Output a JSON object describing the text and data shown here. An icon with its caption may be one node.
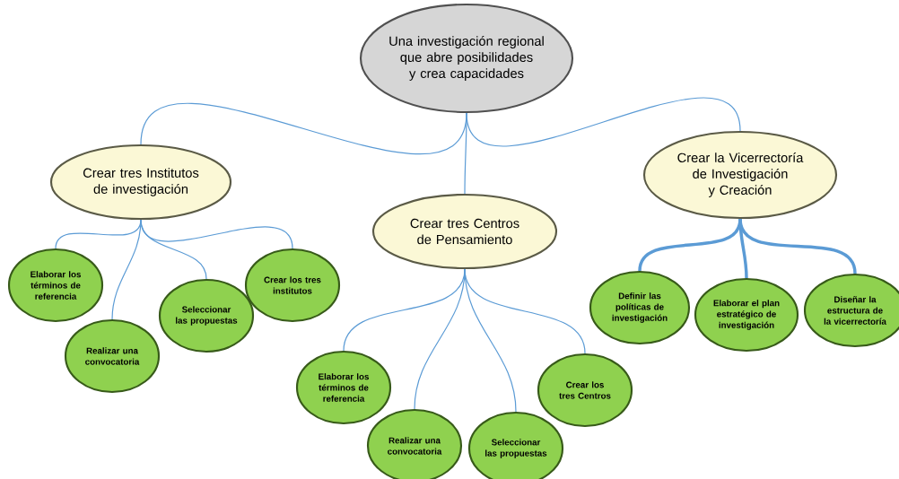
{
  "diagram": {
    "nodes": [
      {
        "text": [
          "Una investigación regional que abre posibilidades y crea capacidades"
        ]
      },
      {
        "text": [
          "Crear tres Institutos de investigación"
        ]
      },
      {
        "text": [
          "Crear tres Centros de Pensamiento"
        ]
      },
      {
        "text": [
          "Crear la Vicerrectoría de Investigación y Creación"
        ]
      },
      {
        "text": [
          "Elaborar los términos de referencia"
        ]
      },
      {
        "text": [
          "Realizar una convocatoria"
        ]
      },
      {
        "text": [
          "Seleccionar las propuestas"
        ]
      },
      {
        "text": [
          "Crear los tres institutos"
        ]
      },
      {
        "text": [
          "Elaborar los términos de referencia"
        ]
      },
      {
        "text": [
          "Realizar una convocatoria"
        ]
      },
      {
        "text": [
          "Seleccionar las propuestas"
        ]
      },
      {
        "text": [
          "Crear los tres Centros"
        ]
      },
      {
        "text": [
          "Definir las políticas de investigación"
        ]
      },
      {
        "text": [
          "Elaborar el plan estratégico de investigación"
        ]
      },
      {
        "text": [
          "Diseñar la estructura de la vicerrectoría"
        ]
      }
    ],
    "edges": [
      {
        "from": 0,
        "to": 1,
        "arrow": "none"
      },
      {
        "from": 0,
        "to": 2,
        "arrow": "none"
      },
      {
        "from": 0,
        "to": 3,
        "arrow": "none"
      },
      {
        "from": 1,
        "to": 4,
        "arrow": "none"
      },
      {
        "from": 1,
        "to": 5,
        "arrow": "none"
      },
      {
        "from": 1,
        "to": 6,
        "arrow": "none"
      },
      {
        "from": 1,
        "to": 7,
        "arrow": "none"
      },
      {
        "from": 2,
        "to": 8,
        "arrow": "none"
      },
      {
        "from": 2,
        "to": 9,
        "arrow": "none"
      },
      {
        "from": 2,
        "to": 10,
        "arrow": "none"
      },
      {
        "from": 2,
        "to": 11,
        "arrow": "none"
      },
      {
        "from": 3,
        "to": 12,
        "arrow": "none",
        "style": "thick"
      },
      {
        "from": 3,
        "to": 13,
        "arrow": "none",
        "style": "thick"
      },
      {
        "from": 3,
        "to": 14,
        "arrow": "none",
        "style": "thick"
      }
    ]
  }
}
